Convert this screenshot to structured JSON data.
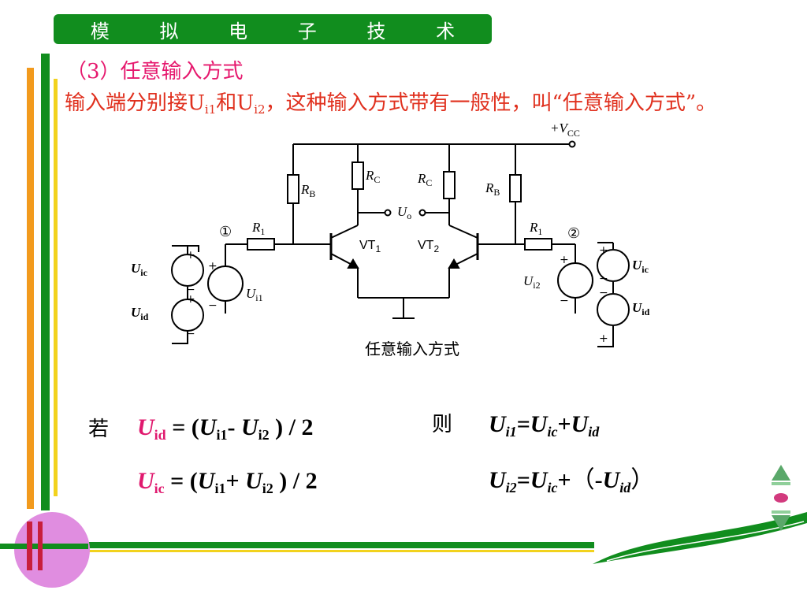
{
  "header": {
    "title": "模 拟 电 子 技 术"
  },
  "section": {
    "heading": "（3）任意输入方式",
    "intro_a": "输入端分别接U",
    "intro_sub1": "i1",
    "intro_b": "和U",
    "intro_sub2": "i2",
    "intro_c": "，这种输入方式带有一般性，叫“任意输入方式”。"
  },
  "circuit": {
    "caption": "任意输入方式",
    "labels": {
      "vcc": "+V",
      "vcc_sub": "CC",
      "rb": "R",
      "rb_sub": "B",
      "rc": "R",
      "rc_sub": "C",
      "r1": "R",
      "r1_sub": "1",
      "uo": "U",
      "uo_sub": "o",
      "vt1": "VT",
      "vt1_sub": "1",
      "vt2": "VT",
      "vt2_sub": "2",
      "node1": "①",
      "node2": "②",
      "uic": "U",
      "uic_sub": "ic",
      "uid": "U",
      "uid_sub": "id",
      "ui1": "U",
      "ui1_sub": "i1",
      "ui2": "U",
      "ui2_sub": "i2",
      "plus": "+",
      "minus": "−"
    }
  },
  "formulas": {
    "if_word": "若",
    "then_word": "则",
    "uid": {
      "U": "U",
      "sub": "id",
      "mid": " = (",
      "u1": "U",
      "s1": "i1",
      "op": "- ",
      "u2": "U",
      "s2": "i2",
      "end": " ) / 2"
    },
    "uic": {
      "U": "U",
      "sub": "ic",
      "mid": " = (",
      "u1": "U",
      "s1": "i1",
      "op": "+ ",
      "u2": "U",
      "s2": "i2",
      "end": " ) / 2"
    },
    "ui1": {
      "U": "U",
      "sub": "i1",
      "eq": "=",
      "a": "U",
      "asub": "ic",
      "plus": "+",
      "b": "U",
      "bsub": "id"
    },
    "ui2": {
      "U": "U",
      "sub": "i2",
      "eq": "=",
      "a": "U",
      "asub": "ic",
      "plus": "+",
      "open": "（-",
      "b": "U",
      "bsub": "id",
      "close": "）"
    }
  },
  "colors": {
    "green": "#118d1e",
    "accent_red": "#e0301e",
    "accent_magenta": "#e6196e",
    "orange": "#f29a1d",
    "pink_circle": "#e08de0"
  }
}
